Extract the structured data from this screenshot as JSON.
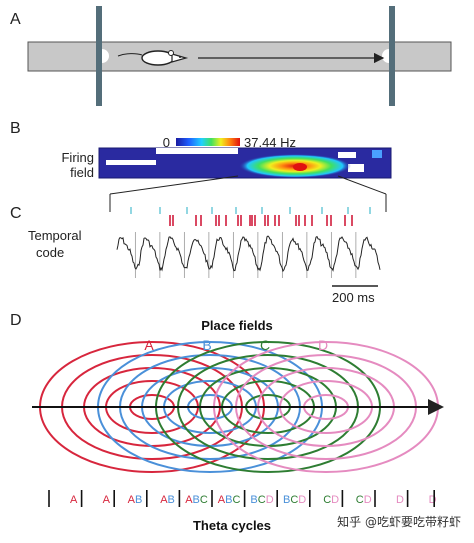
{
  "panels": {
    "a": "A",
    "b": "B",
    "c": "C",
    "d": "D"
  },
  "firing_field": {
    "label_line1": "Firing",
    "label_line2": "field",
    "scale_min": "0",
    "scale_max": "37.44 Hz"
  },
  "temporal_code": {
    "label_line1": "Temporal",
    "label_line2": "code",
    "scale_bar": "200 ms"
  },
  "place_fields": {
    "title": "Place fields",
    "fields": [
      {
        "name": "A",
        "color": "#d7263d"
      },
      {
        "name": "B",
        "color": "#4a90d9"
      },
      {
        "name": "C",
        "color": "#2e7d32"
      },
      {
        "name": "D",
        "color": "#e58bc0"
      }
    ],
    "theta_label": "Theta cycles",
    "theta_sequence": [
      "A",
      "A",
      "AB",
      "AB",
      "ABC",
      "ABC",
      "BCD",
      "BCD",
      "CD",
      "CD",
      "D",
      "D"
    ]
  },
  "colors": {
    "track": "#c8c8c8",
    "barrier": "#546e7a",
    "field_bg": "#2a2aa0",
    "spike_red": "#d01c3c",
    "spike_cyan": "#62c6d6"
  },
  "watermark": "知乎 @吃虾要吃带籽虾"
}
